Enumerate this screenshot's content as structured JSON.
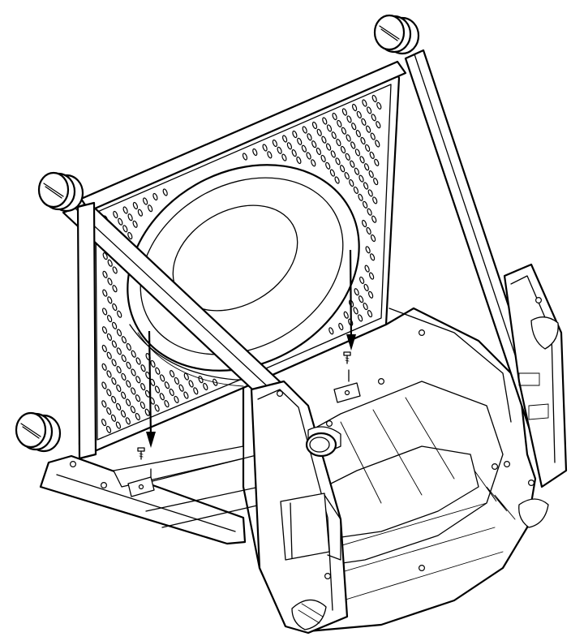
{
  "illustration": {
    "subject": "chair-seat-underside",
    "stroke_color": "#000000",
    "background_color": "#ffffff"
  },
  "parts": {
    "glides": [
      "glide-top-right",
      "glide-top-left",
      "glide-bottom-left",
      "glide-right"
    ],
    "screws": [
      "screw-left",
      "screw-right"
    ],
    "arrows": [
      "arrow-left",
      "arrow-right"
    ]
  }
}
